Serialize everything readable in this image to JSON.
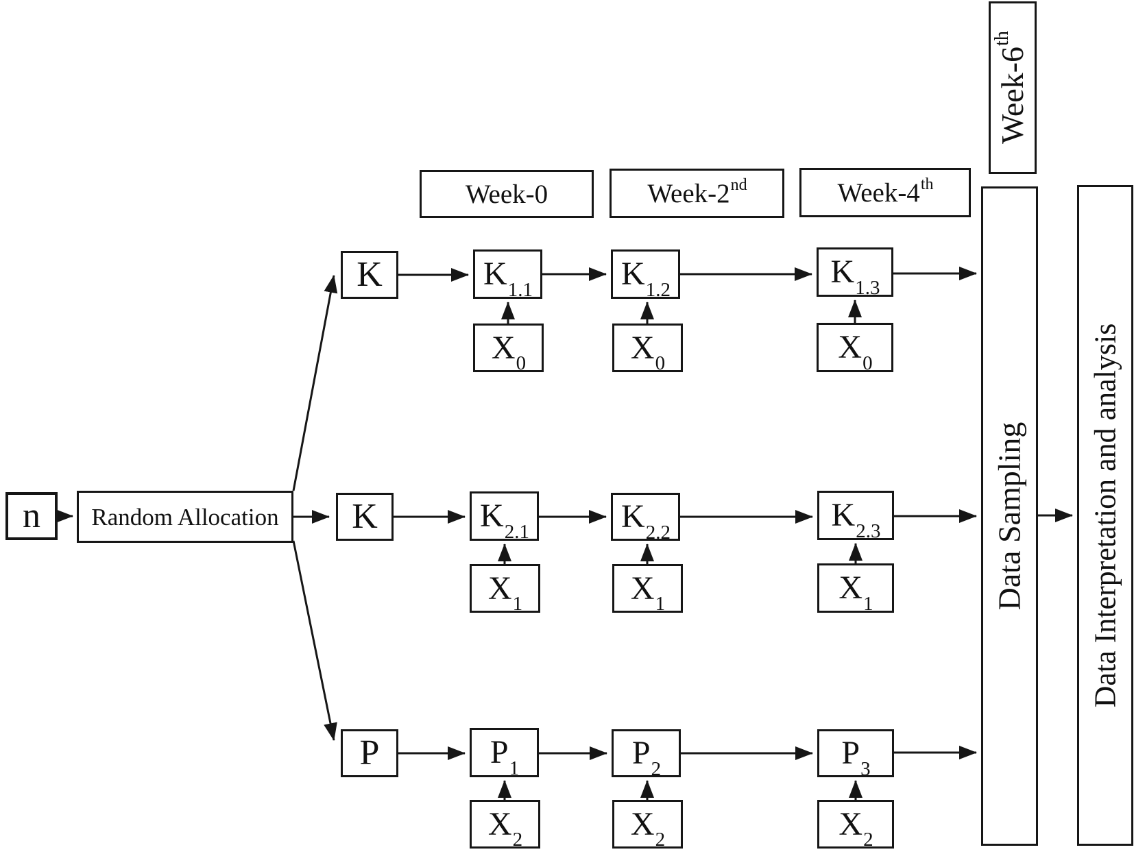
{
  "nodes": {
    "sample": "n",
    "random_allocation": "Random Allocation",
    "group_k1": "K",
    "group_k2": "K",
    "group_p": "P"
  },
  "timepoints": {
    "week0": {
      "text": "Week-0",
      "sup": ""
    },
    "week2": {
      "text": "Week-2",
      "sup": "nd"
    },
    "week4": {
      "text": "Week-4",
      "sup": "th"
    },
    "week6": {
      "text": "Week-6",
      "sup": "th"
    }
  },
  "cells": {
    "k11": {
      "base": "K",
      "sub": "1.1"
    },
    "k12": {
      "base": "K",
      "sub": "1.2"
    },
    "k13": {
      "base": "K",
      "sub": "1.3"
    },
    "k21": {
      "base": "K",
      "sub": "2.1"
    },
    "k22": {
      "base": "K",
      "sub": "2.2"
    },
    "k23": {
      "base": "K",
      "sub": "2.3"
    },
    "p1": {
      "base": "P",
      "sub": "1"
    },
    "p2": {
      "base": "P",
      "sub": "2"
    },
    "p3": {
      "base": "P",
      "sub": "3"
    },
    "x0": {
      "base": "X",
      "sub": "0"
    },
    "x1": {
      "base": "X",
      "sub": "1"
    },
    "x2": {
      "base": "X",
      "sub": "2"
    }
  },
  "panels": {
    "data_sampling": "Data Sampling",
    "data_interpretation": "Data Interpretation and analysis"
  },
  "colors": {
    "line": "#161616",
    "background": "#ffffff"
  }
}
